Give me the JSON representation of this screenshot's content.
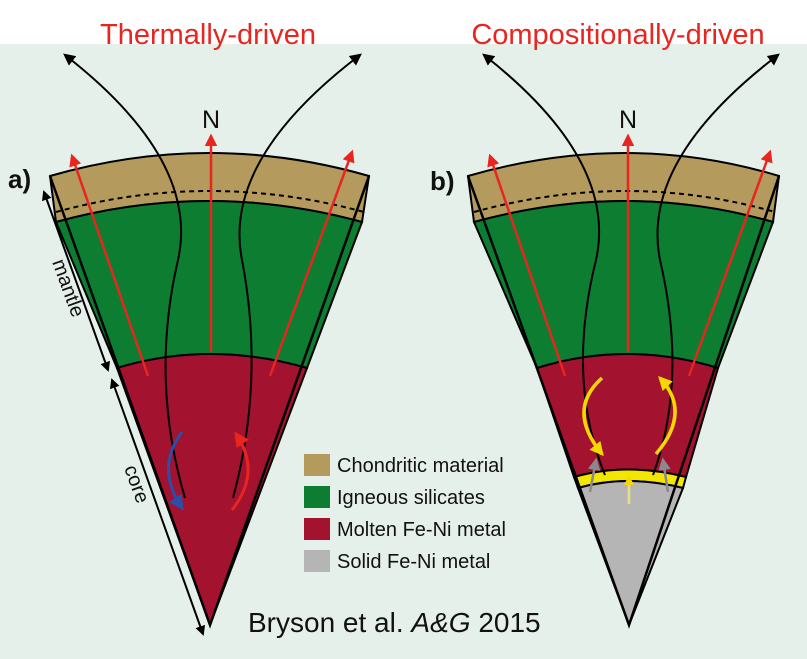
{
  "titles": {
    "left": "Thermally-driven",
    "right": "Compositionally-driven"
  },
  "panels": {
    "a": {
      "label": "a)",
      "north": "N"
    },
    "b": {
      "label": "b)",
      "north": "N"
    }
  },
  "scale_labels": {
    "mantle": "mantle",
    "core": "core"
  },
  "legend": [
    {
      "label": "Chondritic material",
      "color": "#b49a5c"
    },
    {
      "label": "Igneous silicates",
      "color": "#0d7d32"
    },
    {
      "label": "Molten Fe-Ni metal",
      "color": "#a3122f"
    },
    {
      "label": "Solid Fe-Ni metal",
      "color": "#b5b5b5"
    }
  ],
  "citation": {
    "authors": "Bryson et al.",
    "journal": "A&G",
    "year": "2015"
  },
  "colors": {
    "background": "#e6f0ea",
    "field_lines": "#000000",
    "red_arrows": "#e8251f",
    "convection_blue": "#2b4fa8",
    "convection_red": "#e8251f",
    "convection_yellow": "#f5d800",
    "inner_core_boundary": "#f5e600",
    "upward_arrows": "#8a8a8a",
    "title_color": "#e8251f"
  },
  "icons": [
    "north-arrow-icon",
    "field-line-arrow-icon",
    "convection-arrow-icon"
  ]
}
